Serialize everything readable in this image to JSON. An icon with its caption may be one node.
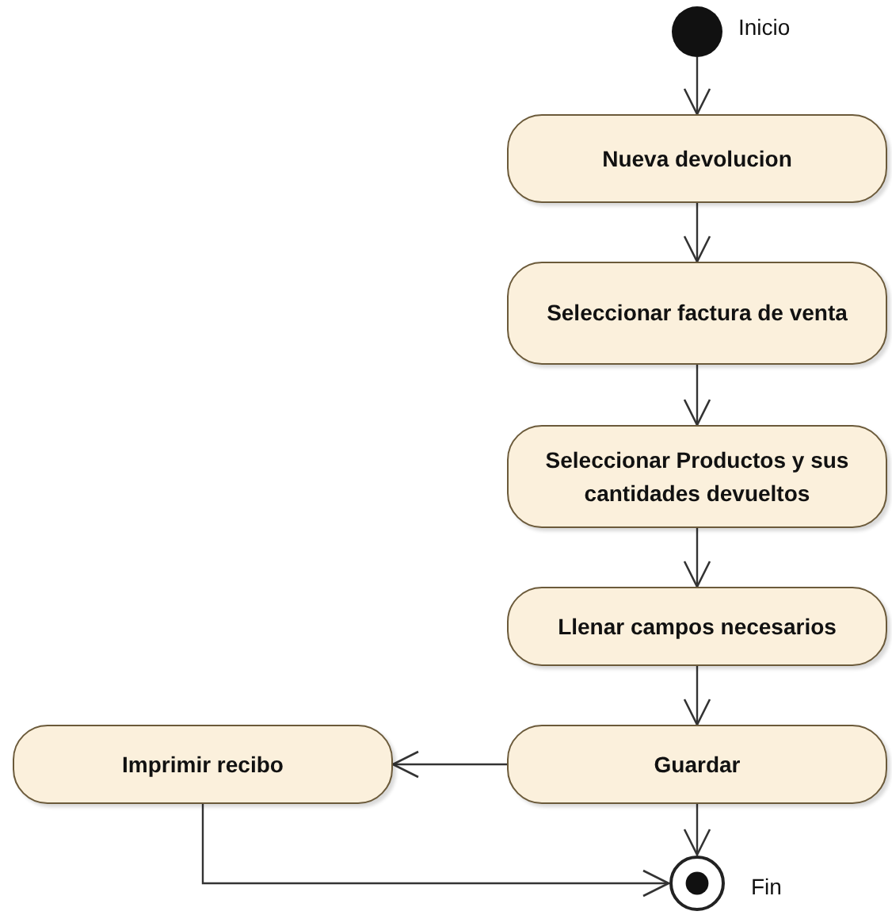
{
  "diagram": {
    "nodes": [
      {
        "text": [],
        "shape": "circle",
        "beside": [
          "Inicio"
        ]
      },
      {
        "text": [
          "Nueva devolucion"
        ]
      },
      {
        "text": [
          "Seleccionar factura de venta"
        ]
      },
      {
        "text": [
          "Seleccionar Productos y sus cantidades devueltos"
        ]
      },
      {
        "text": [
          "Llenar campos necesarios"
        ]
      },
      {
        "text": [
          "Guardar"
        ]
      },
      {
        "text": [
          "Imprimir recibo"
        ]
      },
      {
        "text": [],
        "shape": "circle",
        "beside": [
          "Fin"
        ]
      }
    ],
    "edges": [
      {
        "from": 0,
        "to": 1,
        "arrow": "to"
      },
      {
        "from": 1,
        "to": 2,
        "arrow": "to"
      },
      {
        "from": 2,
        "to": 3,
        "arrow": "to"
      },
      {
        "from": 3,
        "to": 4,
        "arrow": "to"
      },
      {
        "from": 4,
        "to": 5,
        "arrow": "to"
      },
      {
        "from": 5,
        "to": 6,
        "arrow": "to"
      },
      {
        "from": 5,
        "to": 7,
        "arrow": "to"
      },
      {
        "from": 6,
        "to": 7,
        "arrow": "to"
      }
    ]
  }
}
